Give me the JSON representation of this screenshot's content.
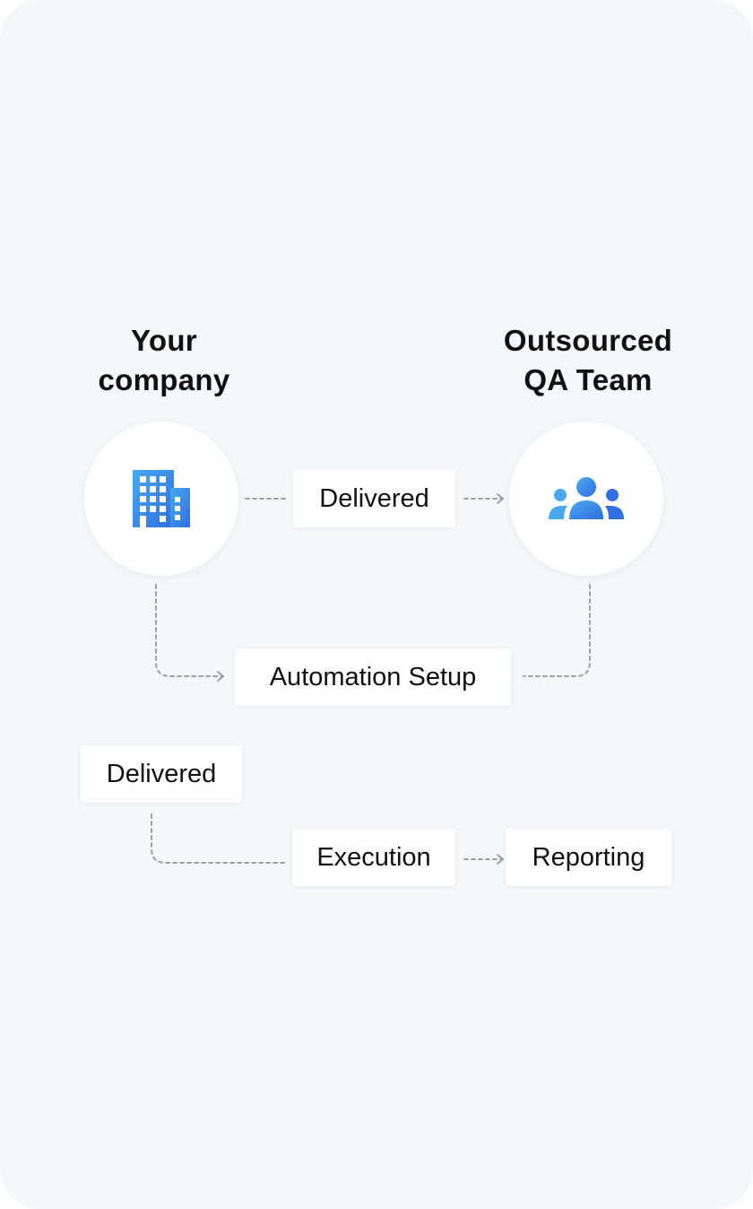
{
  "company": {
    "heading_line1": "Your",
    "heading_line2": "company",
    "icon": "building-icon"
  },
  "team": {
    "heading_line1": "Outsourced",
    "heading_line2": "QA Team",
    "icon": "users-group-icon"
  },
  "steps": {
    "delivered_top": "Delivered",
    "automation_setup": "Automation Setup",
    "delivered_left": "Delivered",
    "execution": "Execution",
    "reporting": "Reporting"
  },
  "colors": {
    "background": "#f6f7f9",
    "icon_gradient_start": "#4aa8f0",
    "icon_gradient_end": "#2f6fe0",
    "connector": "#9aa0a8"
  }
}
